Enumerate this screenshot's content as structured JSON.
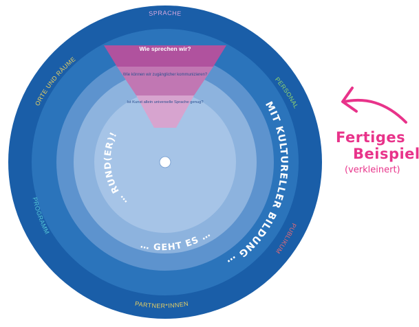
{
  "wheel": {
    "outer_labels": {
      "top": "SPRACHE",
      "top_left": "ORTE UND RÄUME",
      "top_right": "PERSONAL",
      "left": "PROGRAMM",
      "right": "PUBLIKUM",
      "bottom": "PARTNER*INNEN"
    },
    "wedge_questions": [
      "Wie sprechen wir?",
      "Wie können wir zugänglicher kommunizieren?",
      "Ist Kunst allein universelle Sprache genug?"
    ],
    "slogan": {
      "part1": "… RUND(ER)!",
      "part2": "… GEHT ES …",
      "part3": "MIT KULTURELLER BILDUNG …"
    }
  },
  "note": {
    "line1": "Fertiges",
    "line2": "Beispiel",
    "line3": "(verkleinert)"
  },
  "colors": {
    "ring_outer": "#1a5ea8",
    "ring_2": "#2b74bb",
    "ring_3": "#5d93ce",
    "ring_4": "#8db3de",
    "ring_inner": "#a6c4e7",
    "wedge_1": "#b0529e",
    "wedge_2": "#c177b3",
    "wedge_3": "#d7a4cf",
    "label_top": "#d8a9e0",
    "label_orte": "#e6cf63",
    "label_personal": "#8fd36f",
    "label_programm": "#56c9d9",
    "label_publikum": "#e46a75",
    "label_partner": "#e6cf63",
    "accent_pink": "#e8338a"
  }
}
